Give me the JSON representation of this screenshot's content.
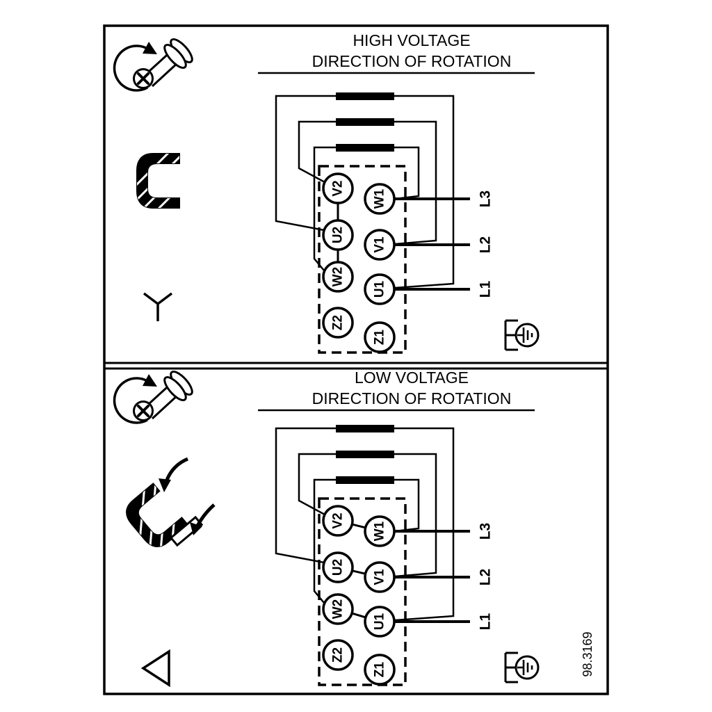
{
  "figure": {
    "number": "98.3169"
  },
  "panels": [
    {
      "title_line1": "HIGH VOLTAGE",
      "title_line2": "DIRECTION OF ROTATION",
      "connection": "star",
      "terminals_left": [
        "V2",
        "U2",
        "W2",
        "Z2"
      ],
      "terminals_right": [
        "W1",
        "V1",
        "U1",
        "Z1"
      ],
      "supply_lines": [
        "L3",
        "L2",
        "L1"
      ]
    },
    {
      "title_line1": "LOW VOLTAGE",
      "title_line2": "DIRECTION OF ROTATION",
      "connection": "delta",
      "terminals_left": [
        "V2",
        "U2",
        "W2",
        "Z2"
      ],
      "terminals_right": [
        "W1",
        "V1",
        "U1",
        "Z1"
      ],
      "supply_lines": [
        "L3",
        "L2",
        "L1"
      ]
    }
  ],
  "icons": {
    "screw_rotation": "screw-with-rotation-arrow-icon",
    "terminal_link": "terminal-link-bridge-icon",
    "star": "star-connection-icon",
    "delta": "delta-connection-icon",
    "link_reposition": "link-reposition-arrows-icon",
    "ground": "earth-ground-icon"
  },
  "colors": {
    "line": "#000000",
    "background": "#ffffff"
  }
}
